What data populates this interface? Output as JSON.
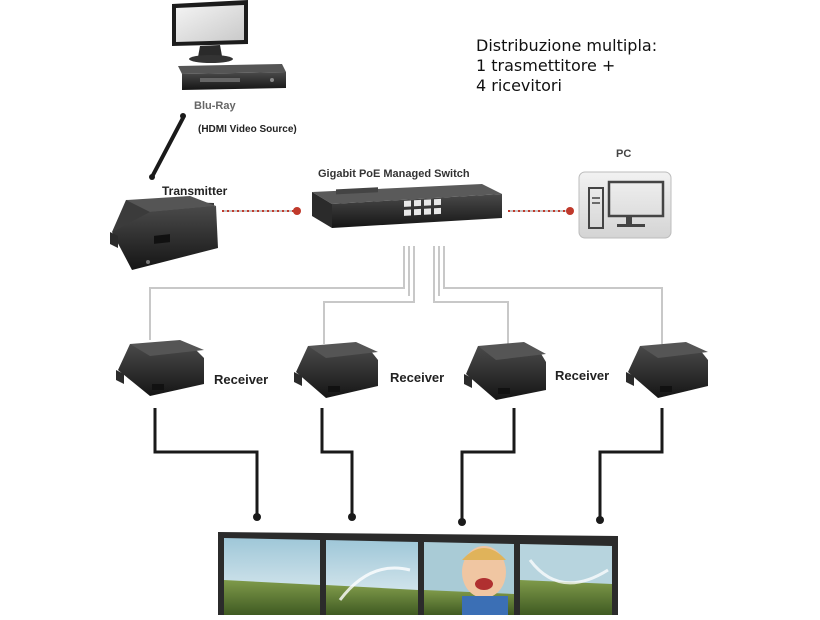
{
  "caption": {
    "line1": "Distribuzione multipla:",
    "line2": "1 trasmettitore +",
    "line3": "4 ricevitori"
  },
  "devices": {
    "source_title": "Blu-Ray",
    "source_subtitle": "(HDMI Video Source)",
    "transmitter": "Transmitter",
    "switch": "Gigabit PoE Managed Switch",
    "pc": "PC",
    "receivers": [
      "Receiver",
      "Receiver",
      "Receiver"
    ]
  },
  "icons": {
    "monitor": "monitor-icon",
    "bluray": "bluray-player-icon",
    "transmitter": "transmitter-box-icon",
    "switch": "network-switch-icon",
    "pc": "pc-icon",
    "receiver": "receiver-box-icon",
    "videowall": "video-wall-icon"
  },
  "colors": {
    "cable_network": "#c8c8c8",
    "cable_red_dots": "#c0392b",
    "cable_hdmi": "#1a1a1a",
    "device_body": "#2a2a2a",
    "pc_panel": "#e6e6e6"
  }
}
